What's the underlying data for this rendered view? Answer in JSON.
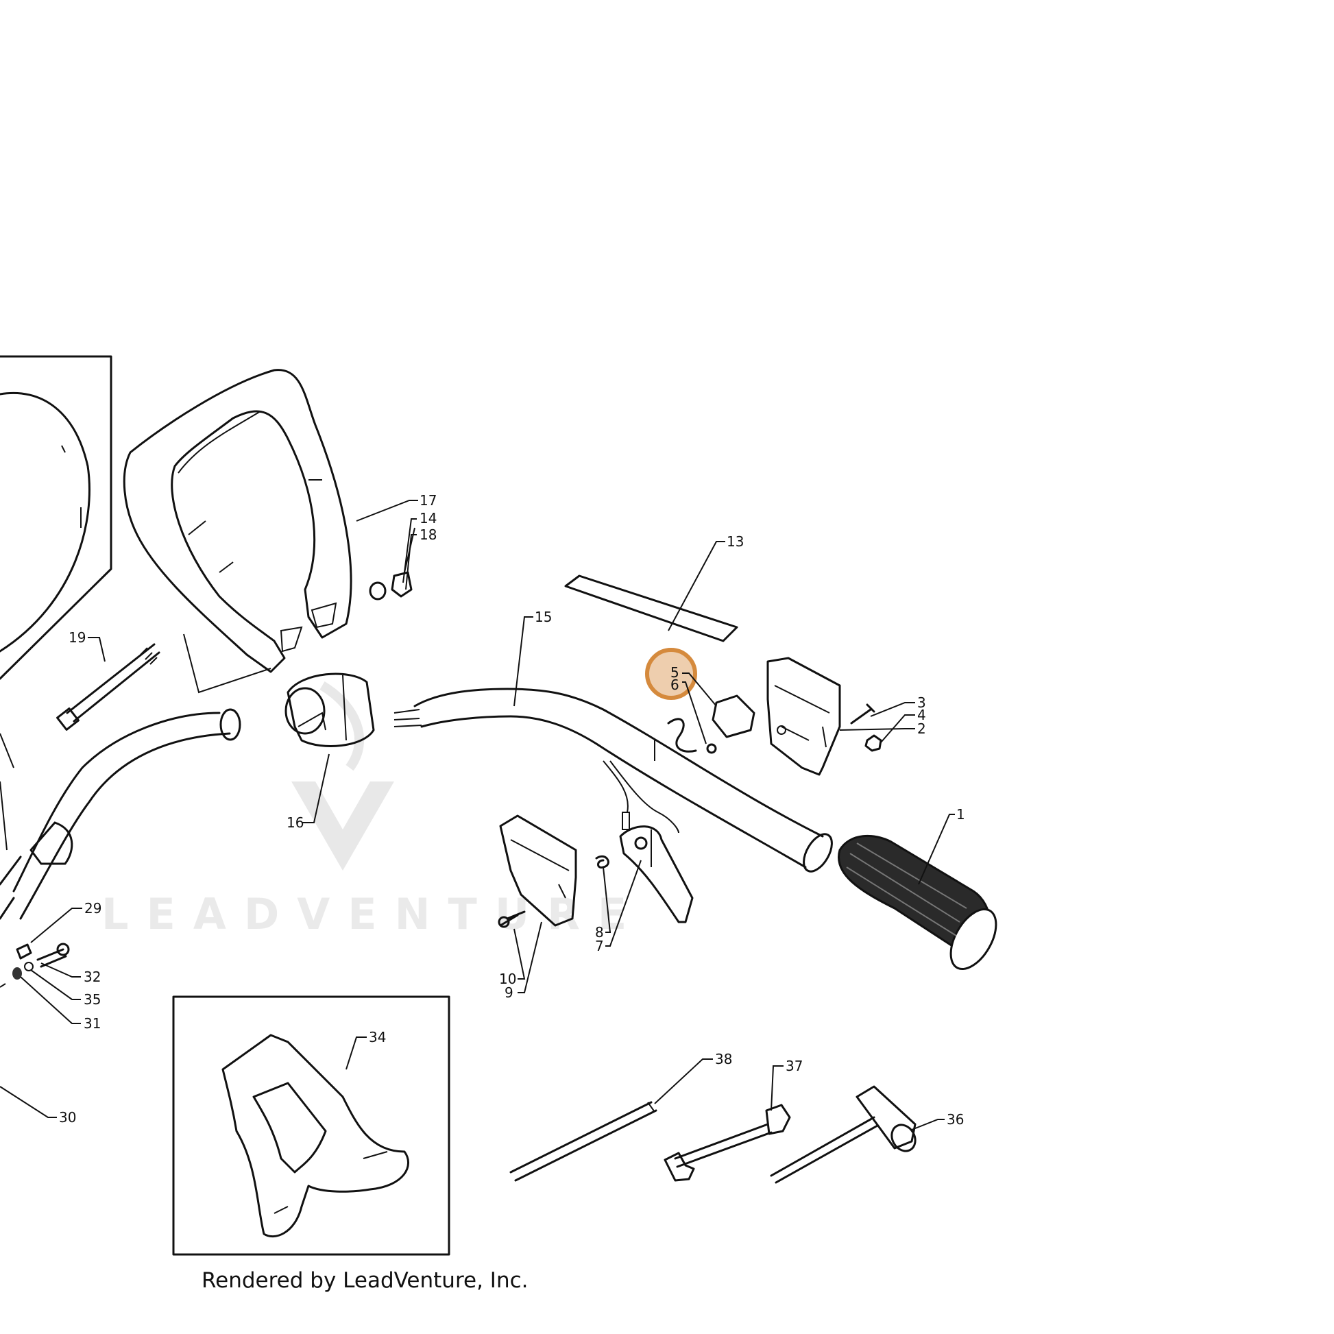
{
  "credit": "Rendered by LeadVenture, Inc.",
  "watermark": "LEADVENTURE",
  "highlight_color": "#e0a66b",
  "callouts": {
    "c1": "1",
    "c2": "2",
    "c3": "3",
    "c4": "4",
    "c5": "5",
    "c6": "6",
    "c7": "7",
    "c8": "8",
    "c9": "9",
    "c10": "10",
    "c13": "13",
    "c14": "14",
    "c15": "15",
    "c16": "16",
    "c17": "17",
    "c18": "18",
    "c19": "19",
    "c29": "29",
    "c30": "30",
    "c31": "31",
    "c32": "32",
    "c34": "34",
    "c35": "35",
    "c36": "36",
    "c37": "37",
    "c38": "38"
  }
}
